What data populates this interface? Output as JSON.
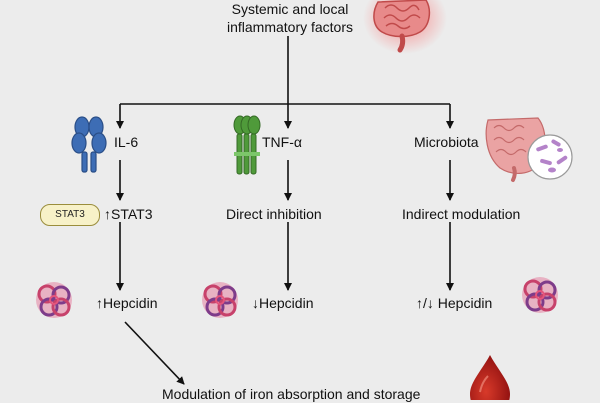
{
  "top_title_line1": "Systemic and local",
  "top_title_line2": "inflammatory factors",
  "branches": [
    {
      "name": "IL-6",
      "step_badge": "STAT3",
      "step": "↑STAT3",
      "result": "↑Hepcidin"
    },
    {
      "name": "TNF-α",
      "step": "Direct inhibition",
      "result": "↓Hepcidin"
    },
    {
      "name": "Microbiota",
      "step": "Indirect modulation",
      "result": "↑/↓ Hepcidin"
    }
  ],
  "bottom_text": "Modulation of iron absorption and storage",
  "colors": {
    "arrow": "#111111",
    "il6_receptor": "#3d6db5",
    "tnf_receptor": "#4f9a3a",
    "hepcidin": "#c7426b",
    "blood_drop": "#b51a1a",
    "intestine": "#e07a8a"
  },
  "icons": [
    "intestine-icon",
    "il6-receptor-icon",
    "tnf-receptor-icon",
    "microbiota-icon",
    "hepcidin-icon",
    "blood-drop-icon"
  ]
}
